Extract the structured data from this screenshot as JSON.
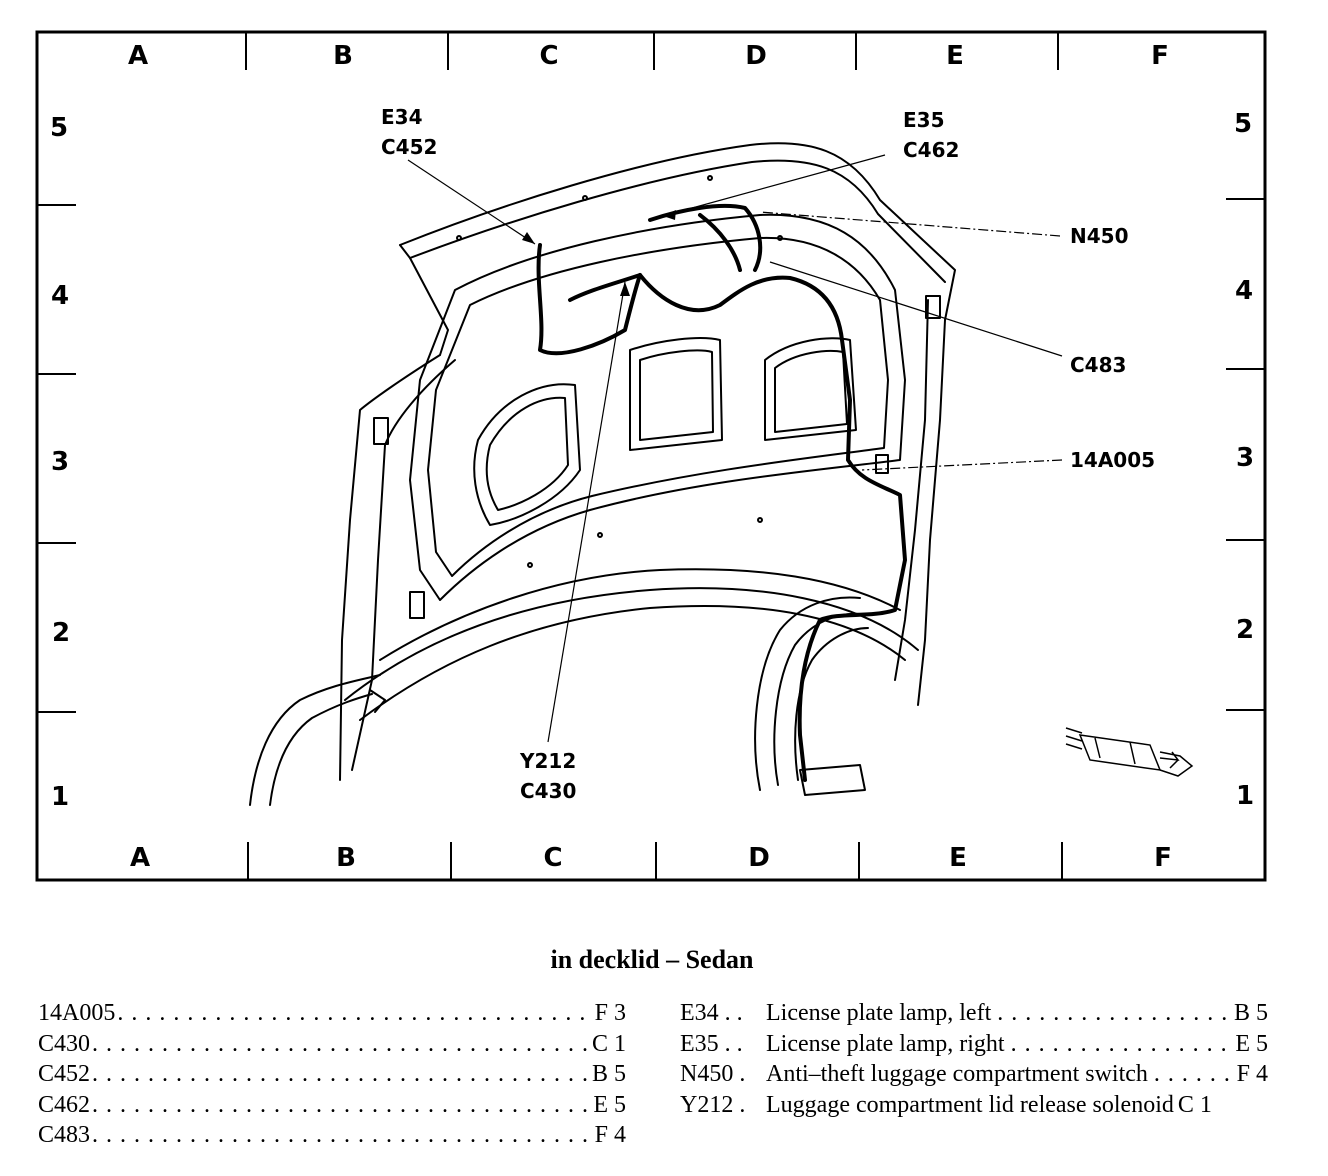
{
  "grid": {
    "columns": [
      "A",
      "B",
      "C",
      "D",
      "E",
      "F"
    ],
    "rows": [
      "5",
      "4",
      "3",
      "2",
      "1"
    ]
  },
  "callouts": {
    "e34": "E34",
    "c452": "C452",
    "e35": "E35",
    "c462": "C462",
    "n450": "N450",
    "c483": "C483",
    "n14a005": "14A005",
    "y212": "Y212",
    "c430": "C430"
  },
  "caption": "in decklid – Sedan",
  "legend_left": [
    {
      "code": "14A005",
      "location": "F 3"
    },
    {
      "code": "C430",
      "location": "C 1"
    },
    {
      "code": "C452",
      "location": "B 5"
    },
    {
      "code": "C462",
      "location": "E 5"
    },
    {
      "code": "C483",
      "location": "F 4"
    }
  ],
  "legend_right": [
    {
      "code": "E34 . .",
      "description": "License plate lamp, left",
      "location": "B 5"
    },
    {
      "code": "E35 . .",
      "description": "License plate lamp, right",
      "location": "E 5"
    },
    {
      "code": "N450 .",
      "description": "Anti–theft luggage compartment switch",
      "location": "F 4"
    },
    {
      "code": "Y212 .",
      "description": "Luggage compartment lid release solenoid",
      "location": "C 1"
    }
  ]
}
